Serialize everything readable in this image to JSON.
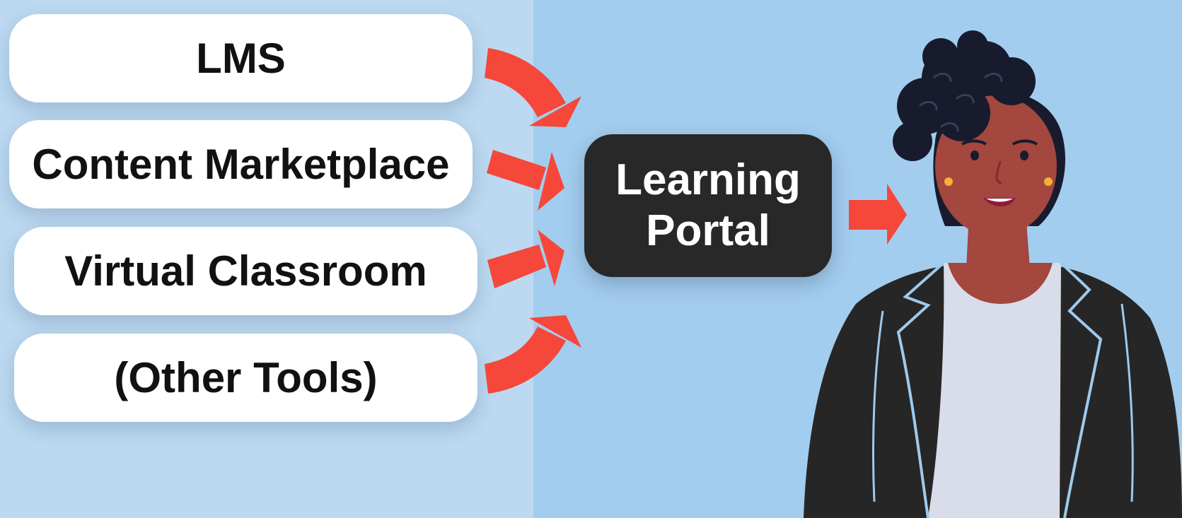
{
  "diagram": {
    "sources": [
      {
        "label": "LMS"
      },
      {
        "label": "Content Marketplace"
      },
      {
        "label": "Virtual Classroom"
      },
      {
        "label": "(Other Tools)"
      }
    ],
    "target": {
      "line1": "Learning",
      "line2": "Portal"
    }
  },
  "colors": {
    "background_left": "#bcd9f1",
    "background_right": "#a3cdee",
    "arrow": "#f5473a",
    "portal_box": "#282828",
    "source_box": "#ffffff",
    "skin": "#a3473f",
    "hair": "#181b2e",
    "jacket": "#262626",
    "shirt": "#d9dde9"
  },
  "icons": {
    "arrows": "red-arrow-icon",
    "person": "person-illustration"
  }
}
